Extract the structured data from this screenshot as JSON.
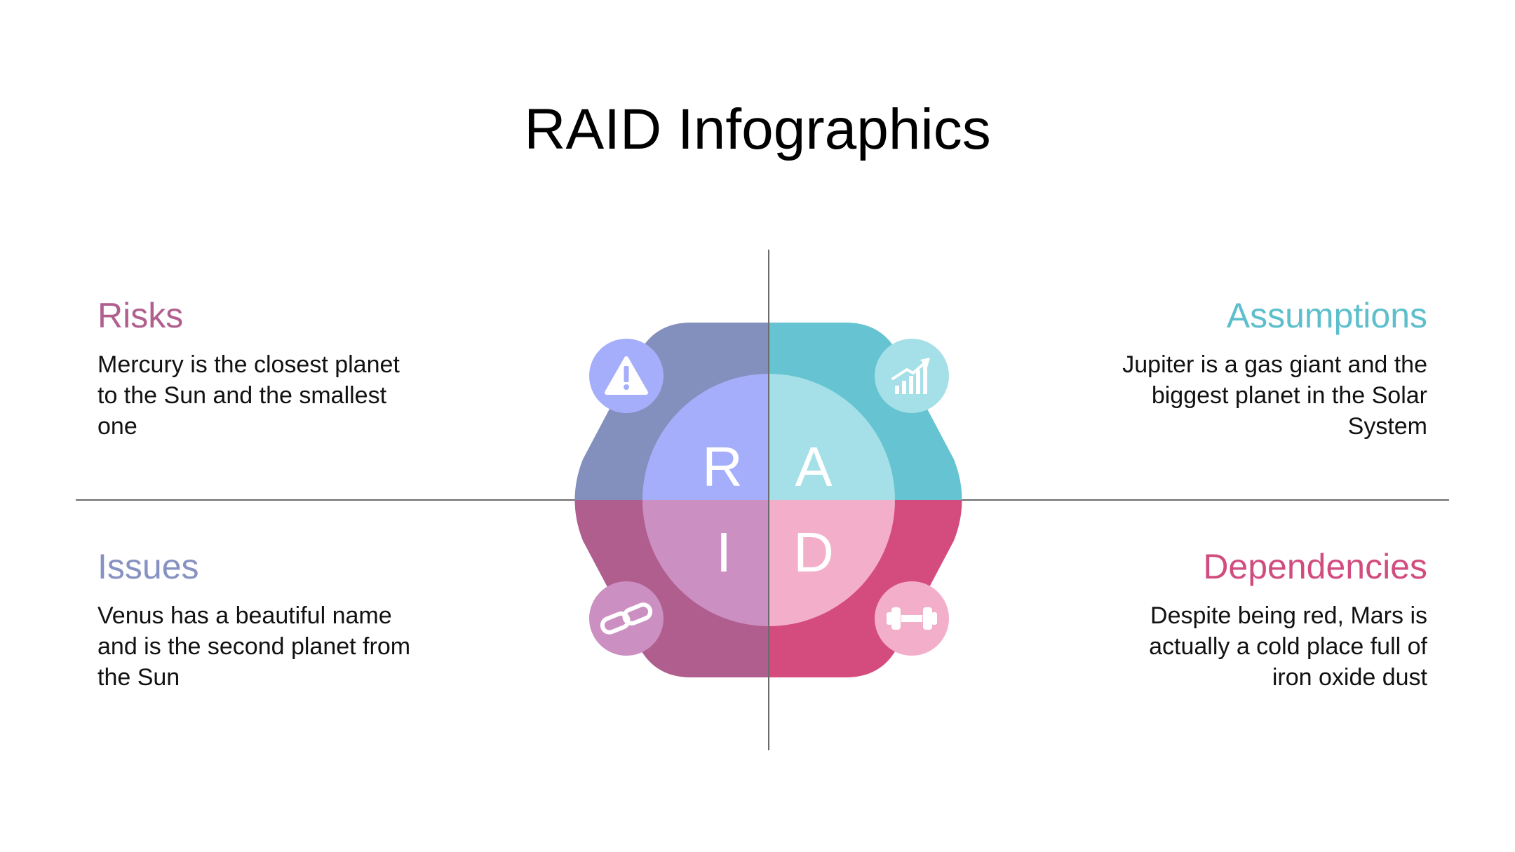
{
  "title": "RAID Infographics",
  "quadrants": {
    "risks": {
      "letter": "R",
      "heading": "Risks",
      "text": "Mercury is the closest planet to the Sun and the smallest one",
      "icon": "warning-icon",
      "color": "#b05f8f"
    },
    "assumptions": {
      "letter": "A",
      "heading": "Assumptions",
      "text": "Jupiter is a gas giant and the biggest planet in the Solar System",
      "icon": "growth-chart-icon",
      "color": "#5dbfcc"
    },
    "issues": {
      "letter": "I",
      "heading": "Issues",
      "text": "Venus has a beautiful name and is the second planet from the Sun",
      "icon": "chain-link-icon",
      "color": "#8792c2"
    },
    "dependencies": {
      "letter": "D",
      "heading": "Dependencies",
      "text": "Despite being red, Mars is actually a cold place full of iron oxide dust",
      "icon": "dumbbell-icon",
      "color": "#d14d7f"
    }
  },
  "palette": {
    "hex_tl": "#838fbc",
    "hex_tr": "#66c3d1",
    "hex_bl": "#b05e8e",
    "hex_br": "#d44c7d",
    "circle_tl": "#a4aefa",
    "circle_tr": "#a5dfe7",
    "circle_bl": "#cb8fc1",
    "circle_br": "#f3afc9"
  }
}
